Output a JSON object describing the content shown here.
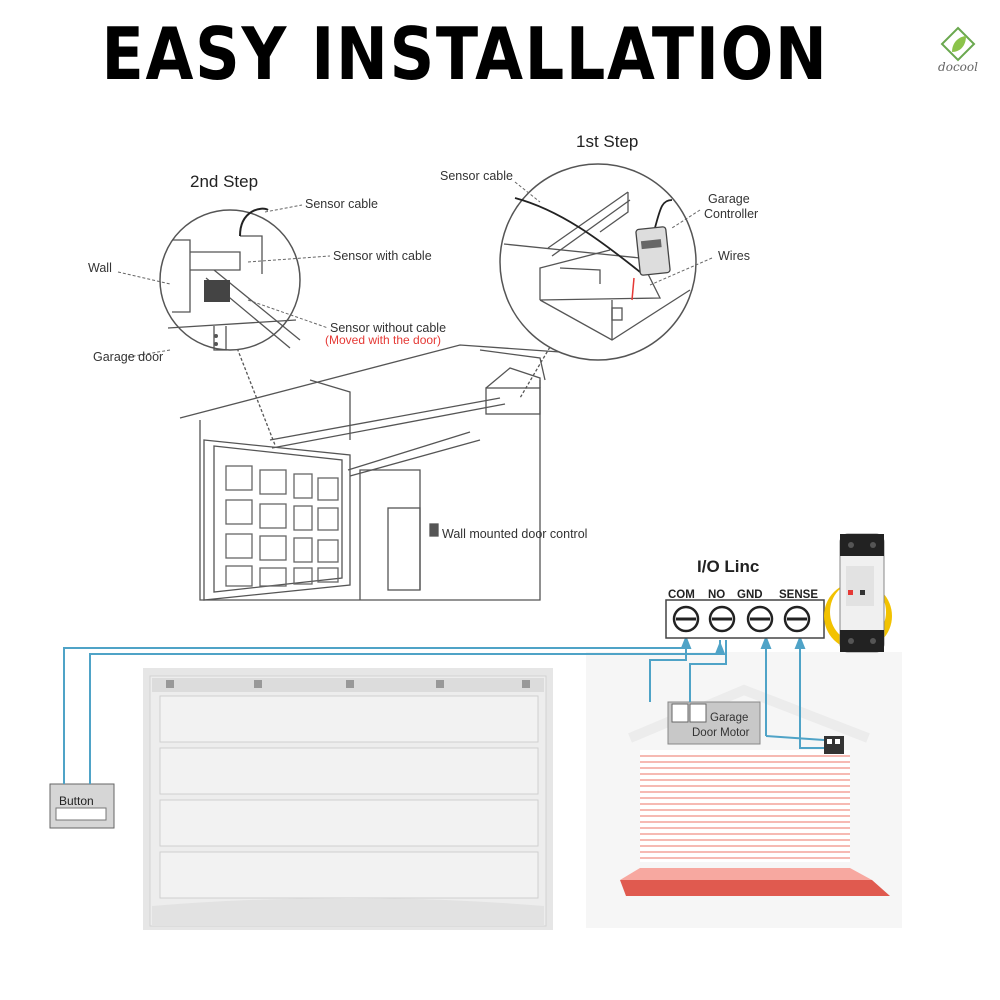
{
  "header": {
    "title": "EASY INSTALLATION"
  },
  "logo": {
    "text": "docool",
    "icon": "leaf-diamond-icon"
  },
  "step2": {
    "title": "2nd Step",
    "sensor_cable": "Sensor cable",
    "sensor_with_cable": "Sensor with cable",
    "wall": "Wall",
    "sensor_without_cable": "Sensor without cable",
    "moved_note": "(Moved with the door)",
    "garage_door": "Garage door"
  },
  "step1": {
    "title": "1st Step",
    "sensor_cable": "Sensor cable",
    "garage_controller_line1": "Garage",
    "garage_controller_line2": "Controller",
    "wires": "Wires"
  },
  "garage_scene": {
    "wall_control": "Wall mounted door control"
  },
  "wiring": {
    "title": "I/O Linc",
    "terminals": [
      "COM",
      "NO",
      "GND",
      "SENSE"
    ],
    "button": "Button",
    "motor_line1": "Garage",
    "motor_line2": "Door Motor"
  },
  "colors": {
    "wire": "#4fa3c7",
    "accent_red": "#e05a4f",
    "note_red": "#e53935",
    "device_ring": "#f2c200"
  }
}
